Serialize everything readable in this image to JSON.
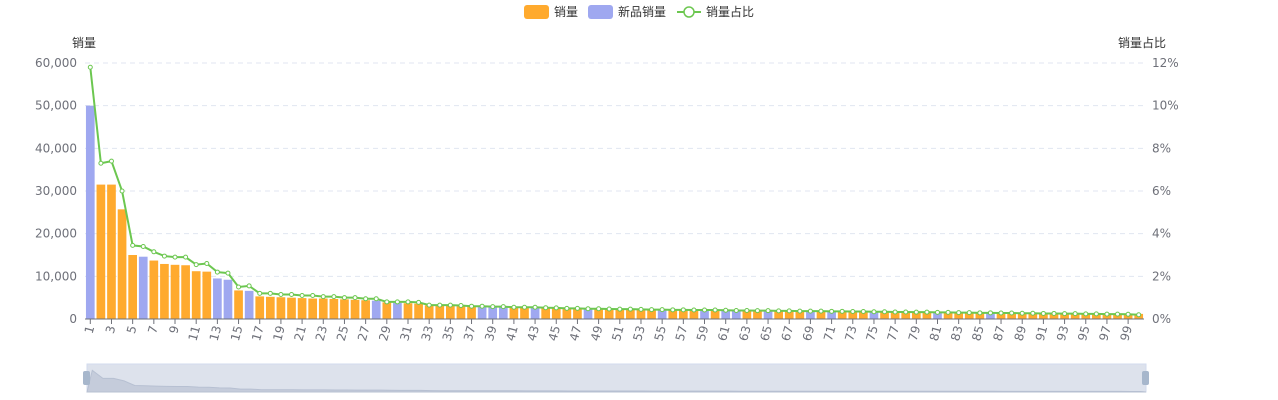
{
  "chart_data": {
    "type": "bar",
    "legend": [
      {
        "label": "销量",
        "color": "#ffaa2e"
      },
      {
        "label": "新品销量",
        "color": "#9fa8f0"
      },
      {
        "label": "销量占比",
        "color": "#6cc750"
      }
    ],
    "y_left_label": "销量",
    "y_right_label": "销量占比",
    "y_left_ticks": [
      "0",
      "10,000",
      "20,000",
      "30,000",
      "40,000",
      "50,000",
      "60,000"
    ],
    "y_right_ticks": [
      "0%",
      "2%",
      "4%",
      "6%",
      "8%",
      "10%",
      "12%"
    ],
    "ylim_left": [
      0,
      60000
    ],
    "ylim_right": [
      0,
      12
    ],
    "x_categories": [
      1,
      2,
      3,
      4,
      5,
      6,
      7,
      8,
      9,
      10,
      11,
      12,
      13,
      14,
      15,
      16,
      17,
      18,
      19,
      20,
      21,
      22,
      23,
      24,
      25,
      26,
      27,
      28,
      29,
      30,
      31,
      32,
      33,
      34,
      35,
      36,
      37,
      38,
      39,
      40,
      41,
      42,
      43,
      44,
      45,
      46,
      47,
      48,
      49,
      50,
      51,
      52,
      53,
      54,
      55,
      56,
      57,
      58,
      59,
      60,
      61,
      62,
      63,
      64,
      65,
      66,
      67,
      68,
      69,
      70,
      71,
      72,
      73,
      74,
      75,
      76,
      77,
      78,
      79,
      80,
      81,
      82,
      83,
      84,
      85,
      86,
      87,
      88,
      89,
      90,
      91,
      92,
      93,
      94,
      95,
      96,
      97,
      98,
      99,
      100
    ],
    "x_tick_labels": [
      "1",
      "3",
      "5",
      "7",
      "9",
      "11",
      "13",
      "15",
      "17",
      "19",
      "21",
      "23",
      "25",
      "27",
      "29",
      "31",
      "33",
      "35",
      "37",
      "39",
      "41",
      "43",
      "45",
      "47",
      "49",
      "51",
      "53",
      "55",
      "57",
      "59",
      "61",
      "63",
      "65",
      "67",
      "69",
      "71",
      "73",
      "75",
      "77",
      "79",
      "81",
      "83",
      "85",
      "87",
      "89",
      "91",
      "93",
      "95",
      "97",
      "99"
    ],
    "sales": [
      50000,
      31500,
      31500,
      25700,
      15000,
      14600,
      13700,
      12900,
      12700,
      12600,
      11200,
      11100,
      9500,
      9200,
      6700,
      6600,
      5300,
      5200,
      5100,
      5000,
      4900,
      4800,
      4800,
      4700,
      4600,
      4500,
      4400,
      4300,
      3900,
      3800,
      3700,
      3600,
      3200,
      3100,
      3100,
      3000,
      2900,
      2900,
      2800,
      2800,
      2700,
      2600,
      2600,
      2500,
      2500,
      2400,
      2400,
      2300,
      2300,
      2300,
      2200,
      2200,
      2200,
      2100,
      2100,
      2100,
      2100,
      2000,
      2000,
      2000,
      2000,
      1950,
      1950,
      1900,
      1900,
      1900,
      1900,
      1850,
      1850,
      1850,
      1800,
      1800,
      1800,
      1750,
      1750,
      1700,
      1700,
      1700,
      1700,
      1650,
      1650,
      1600,
      1600,
      1600,
      1550,
      1550,
      1500,
      1500,
      1500,
      1450,
      1450,
      1400,
      1400,
      1400,
      1350,
      1350,
      1300,
      1300,
      1250,
      1200
    ],
    "is_new_product": [
      true,
      false,
      false,
      false,
      false,
      true,
      false,
      false,
      false,
      false,
      false,
      false,
      true,
      true,
      false,
      true,
      false,
      false,
      false,
      false,
      false,
      false,
      false,
      false,
      false,
      false,
      false,
      true,
      false,
      true,
      false,
      false,
      false,
      false,
      false,
      false,
      false,
      true,
      true,
      true,
      false,
      false,
      true,
      false,
      false,
      false,
      false,
      true,
      false,
      false,
      false,
      false,
      false,
      false,
      true,
      false,
      false,
      false,
      true,
      false,
      true,
      true,
      false,
      false,
      true,
      false,
      false,
      false,
      true,
      false,
      true,
      false,
      false,
      false,
      true,
      false,
      false,
      false,
      false,
      false,
      true,
      false,
      false,
      false,
      false,
      true,
      false,
      false,
      false,
      false,
      false,
      false,
      false,
      false,
      false,
      false,
      false,
      false,
      false,
      false
    ],
    "share_pct": [
      11.8,
      7.3,
      7.4,
      6.0,
      3.45,
      3.4,
      3.15,
      2.95,
      2.9,
      2.9,
      2.55,
      2.6,
      2.2,
      2.15,
      1.5,
      1.55,
      1.2,
      1.2,
      1.15,
      1.15,
      1.1,
      1.1,
      1.05,
      1.05,
      1.0,
      1.0,
      0.95,
      0.95,
      0.8,
      0.8,
      0.8,
      0.78,
      0.65,
      0.65,
      0.65,
      0.63,
      0.6,
      0.6,
      0.58,
      0.58,
      0.55,
      0.55,
      0.55,
      0.53,
      0.52,
      0.5,
      0.5,
      0.48,
      0.48,
      0.47,
      0.46,
      0.46,
      0.45,
      0.44,
      0.44,
      0.43,
      0.43,
      0.42,
      0.42,
      0.42,
      0.41,
      0.4,
      0.4,
      0.39,
      0.39,
      0.38,
      0.38,
      0.37,
      0.37,
      0.37,
      0.36,
      0.36,
      0.35,
      0.35,
      0.34,
      0.34,
      0.33,
      0.33,
      0.32,
      0.32,
      0.31,
      0.31,
      0.3,
      0.3,
      0.29,
      0.29,
      0.28,
      0.28,
      0.27,
      0.27,
      0.26,
      0.26,
      0.25,
      0.25,
      0.24,
      0.24,
      0.23,
      0.23,
      0.22,
      0.2
    ]
  }
}
